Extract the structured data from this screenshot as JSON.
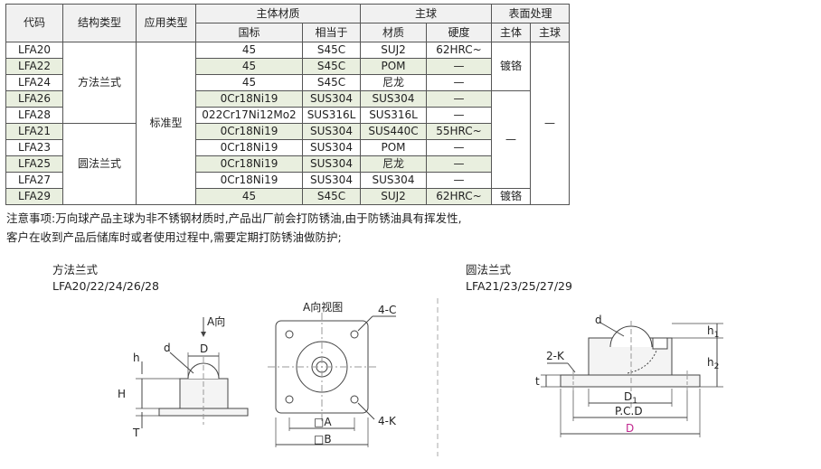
{
  "table": {
    "headers": {
      "code": "代码",
      "structure_type": "结构类型",
      "application_type": "应用类型",
      "body_material": "主体材质",
      "ball": "主球",
      "surface_treatment": "表面处理",
      "national_standard": "国标",
      "equivalent": "相当于",
      "material": "材质",
      "hardness": "硬度",
      "body": "主体",
      "main_ball": "主球"
    },
    "groups": {
      "square_flange": "方法兰式",
      "round_flange": "圆法兰式",
      "standard": "标准型",
      "nickel_plated": "镀铬",
      "dash": "—"
    },
    "rows": [
      {
        "code": "LFA20",
        "gb": "45",
        "eq": "S45C",
        "mat": "SUJ2",
        "hard": "62HRC~"
      },
      {
        "code": "LFA22",
        "gb": "45",
        "eq": "S45C",
        "mat": "POM",
        "hard": "—"
      },
      {
        "code": "LFA24",
        "gb": "45",
        "eq": "S45C",
        "mat": "尼龙",
        "hard": "—"
      },
      {
        "code": "LFA26",
        "gb": "0Cr18Ni19",
        "eq": "SUS304",
        "mat": "SUS304",
        "hard": "—"
      },
      {
        "code": "LFA28",
        "gb": "022Cr17Ni12Mo2",
        "eq": "SUS316L",
        "mat": "SUS316L",
        "hard": "—"
      },
      {
        "code": "LFA21",
        "gb": "0Cr18Ni19",
        "eq": "SUS304",
        "mat": "SUS440C",
        "hard": "55HRC~"
      },
      {
        "code": "LFA23",
        "gb": "0Cr18Ni19",
        "eq": "SUS304",
        "mat": "POM",
        "hard": "—"
      },
      {
        "code": "LFA25",
        "gb": "0Cr18Ni19",
        "eq": "SUS304",
        "mat": "尼龙",
        "hard": "—"
      },
      {
        "code": "LFA27",
        "gb": "0Cr18Ni19",
        "eq": "SUS304",
        "mat": "SUS304",
        "hard": "—"
      },
      {
        "code": "LFA29",
        "gb": "45",
        "eq": "S45C",
        "mat": "SUJ2",
        "hard": "62HRC~"
      }
    ]
  },
  "notes": {
    "line1": "注意事项:万向球产品主球为非不锈钢材质时,产品出厂前会打防锈油,由于防锈油具有挥发性,",
    "line2": "客户在收到产品后储库时或者使用过程中,需要定期打防锈油做防护;"
  },
  "drawings": {
    "square": {
      "title": "方法兰式",
      "models": "LFA20/22/24/26/28"
    },
    "round": {
      "title": "圆法兰式",
      "models": "LFA21/23/25/27/29"
    },
    "view_a": "A向视图",
    "arrow_a": "A向",
    "dims": {
      "h": "h",
      "d": "d",
      "D": "D",
      "H": "H",
      "T": "T",
      "C": "4-C",
      "K": "4-K",
      "A": "□A",
      "B": "□B",
      "t": "t",
      "K2": "2-K",
      "D1": "D",
      "D1_sub": "1",
      "PCD": "P.C.D",
      "h1": "h",
      "h1_sub": "1",
      "h2": "h",
      "h2_sub": "2"
    },
    "colors": {
      "line": "#444444",
      "center": "#777777",
      "magenta": "#c0268e"
    }
  }
}
